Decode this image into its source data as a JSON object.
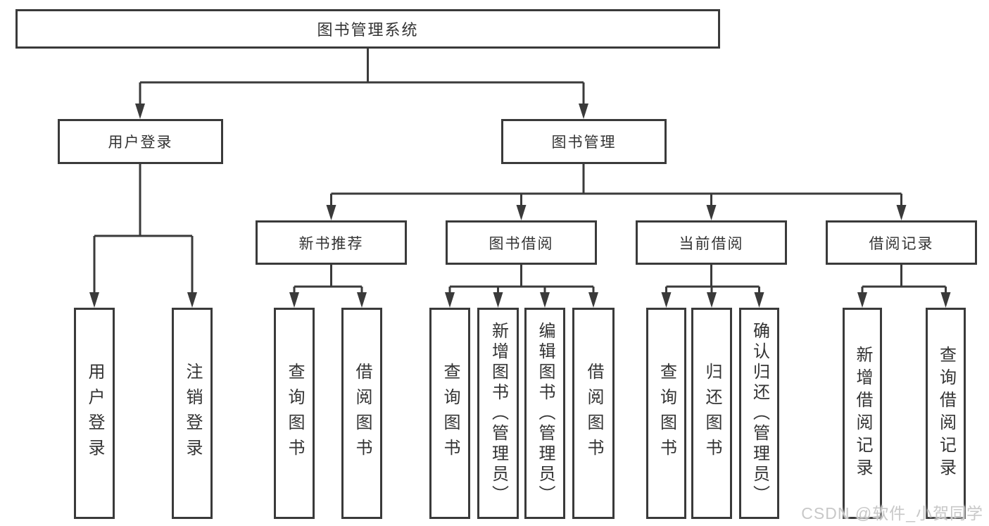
{
  "diagram": {
    "title": "图书管理系统",
    "watermark": "CSDN @软件_小贺同学",
    "colors": {
      "line": "#3a3a3a",
      "text": "#333333",
      "watermark": "#c8c8c8",
      "background": "#ffffff"
    },
    "level2": [
      {
        "label": "用户登录"
      },
      {
        "label": "图书管理"
      }
    ],
    "level3": [
      {
        "label": "新书推荐"
      },
      {
        "label": "图书借阅"
      },
      {
        "label": "当前借阅"
      },
      {
        "label": "借阅记录"
      }
    ],
    "leaves": [
      {
        "label": "用户登录"
      },
      {
        "label": "注销登录"
      },
      {
        "label": "查询图书"
      },
      {
        "label": "借阅图书"
      },
      {
        "label": "查询图书"
      },
      {
        "label": "新增图书（管理员）"
      },
      {
        "label": "编辑图书（管理员）"
      },
      {
        "label": "借阅图书"
      },
      {
        "label": "查询图书"
      },
      {
        "label": "归还图书"
      },
      {
        "label": "确认归还（管理员）"
      },
      {
        "label": "新增借阅记录"
      },
      {
        "label": "查询借阅记录"
      }
    ]
  }
}
